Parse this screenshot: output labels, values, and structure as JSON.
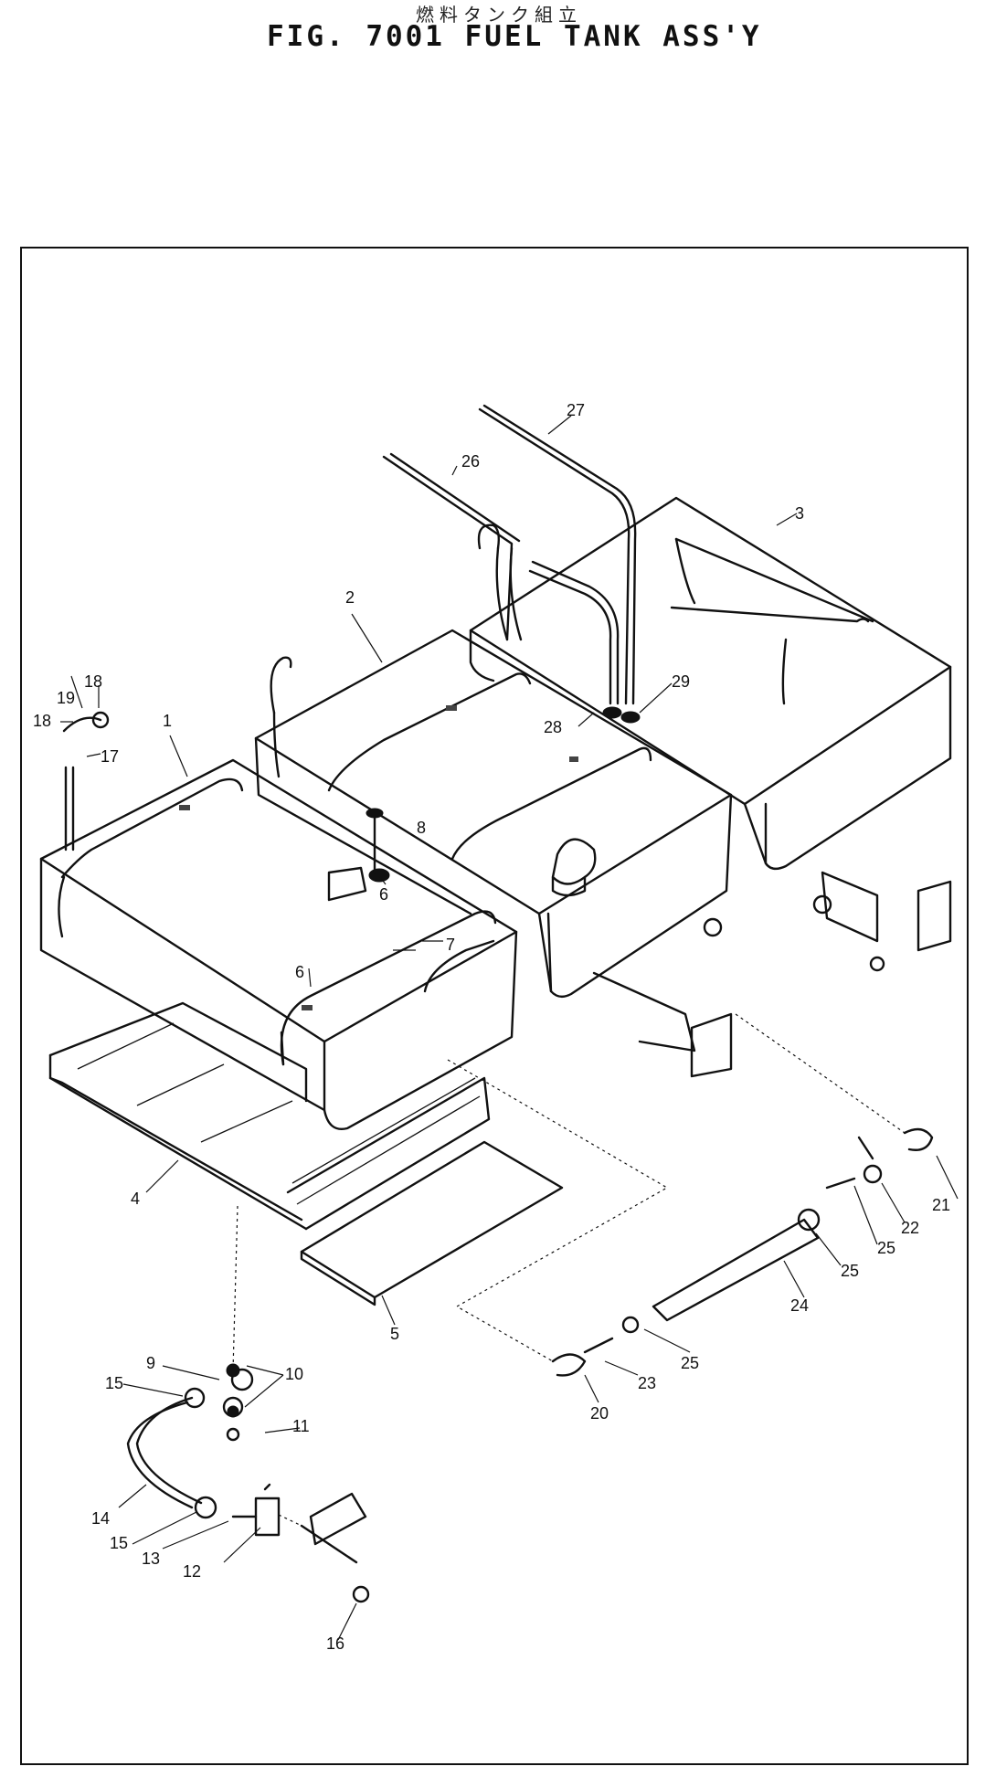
{
  "header": {
    "japanese_title": "燃料タンク組立",
    "title": "FIG. 7001  FUEL  TANK  ASS'Y"
  },
  "callouts": {
    "p1": "1",
    "p2": "2",
    "p3": "3",
    "p4": "4",
    "p5": "5",
    "p6": "6",
    "p6b": "6",
    "p7": "7",
    "p8": "8",
    "p9": "9",
    "p10": "10",
    "p11": "11",
    "p12": "12",
    "p13": "13",
    "p14": "14",
    "p15a": "15",
    "p15b": "15",
    "p16": "16",
    "p17": "17",
    "p18a": "18",
    "p18b": "18",
    "p19": "19",
    "p20": "20",
    "p21": "21",
    "p22": "22",
    "p23": "23",
    "p24": "24",
    "p25a": "25",
    "p25b": "25",
    "p25c": "25",
    "p26": "26",
    "p27": "27",
    "p28": "28",
    "p29": "29"
  }
}
